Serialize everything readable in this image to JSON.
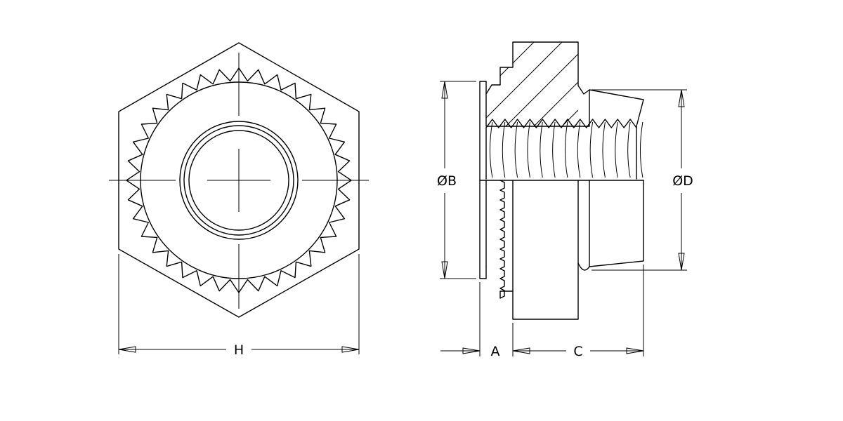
{
  "drawing": {
    "colors": {
      "line": "#000000",
      "background": "#ffffff"
    },
    "labels": {
      "h": "H",
      "a": "A",
      "c": "C",
      "dia_b": "ØB",
      "dia_d": "ØD"
    }
  }
}
